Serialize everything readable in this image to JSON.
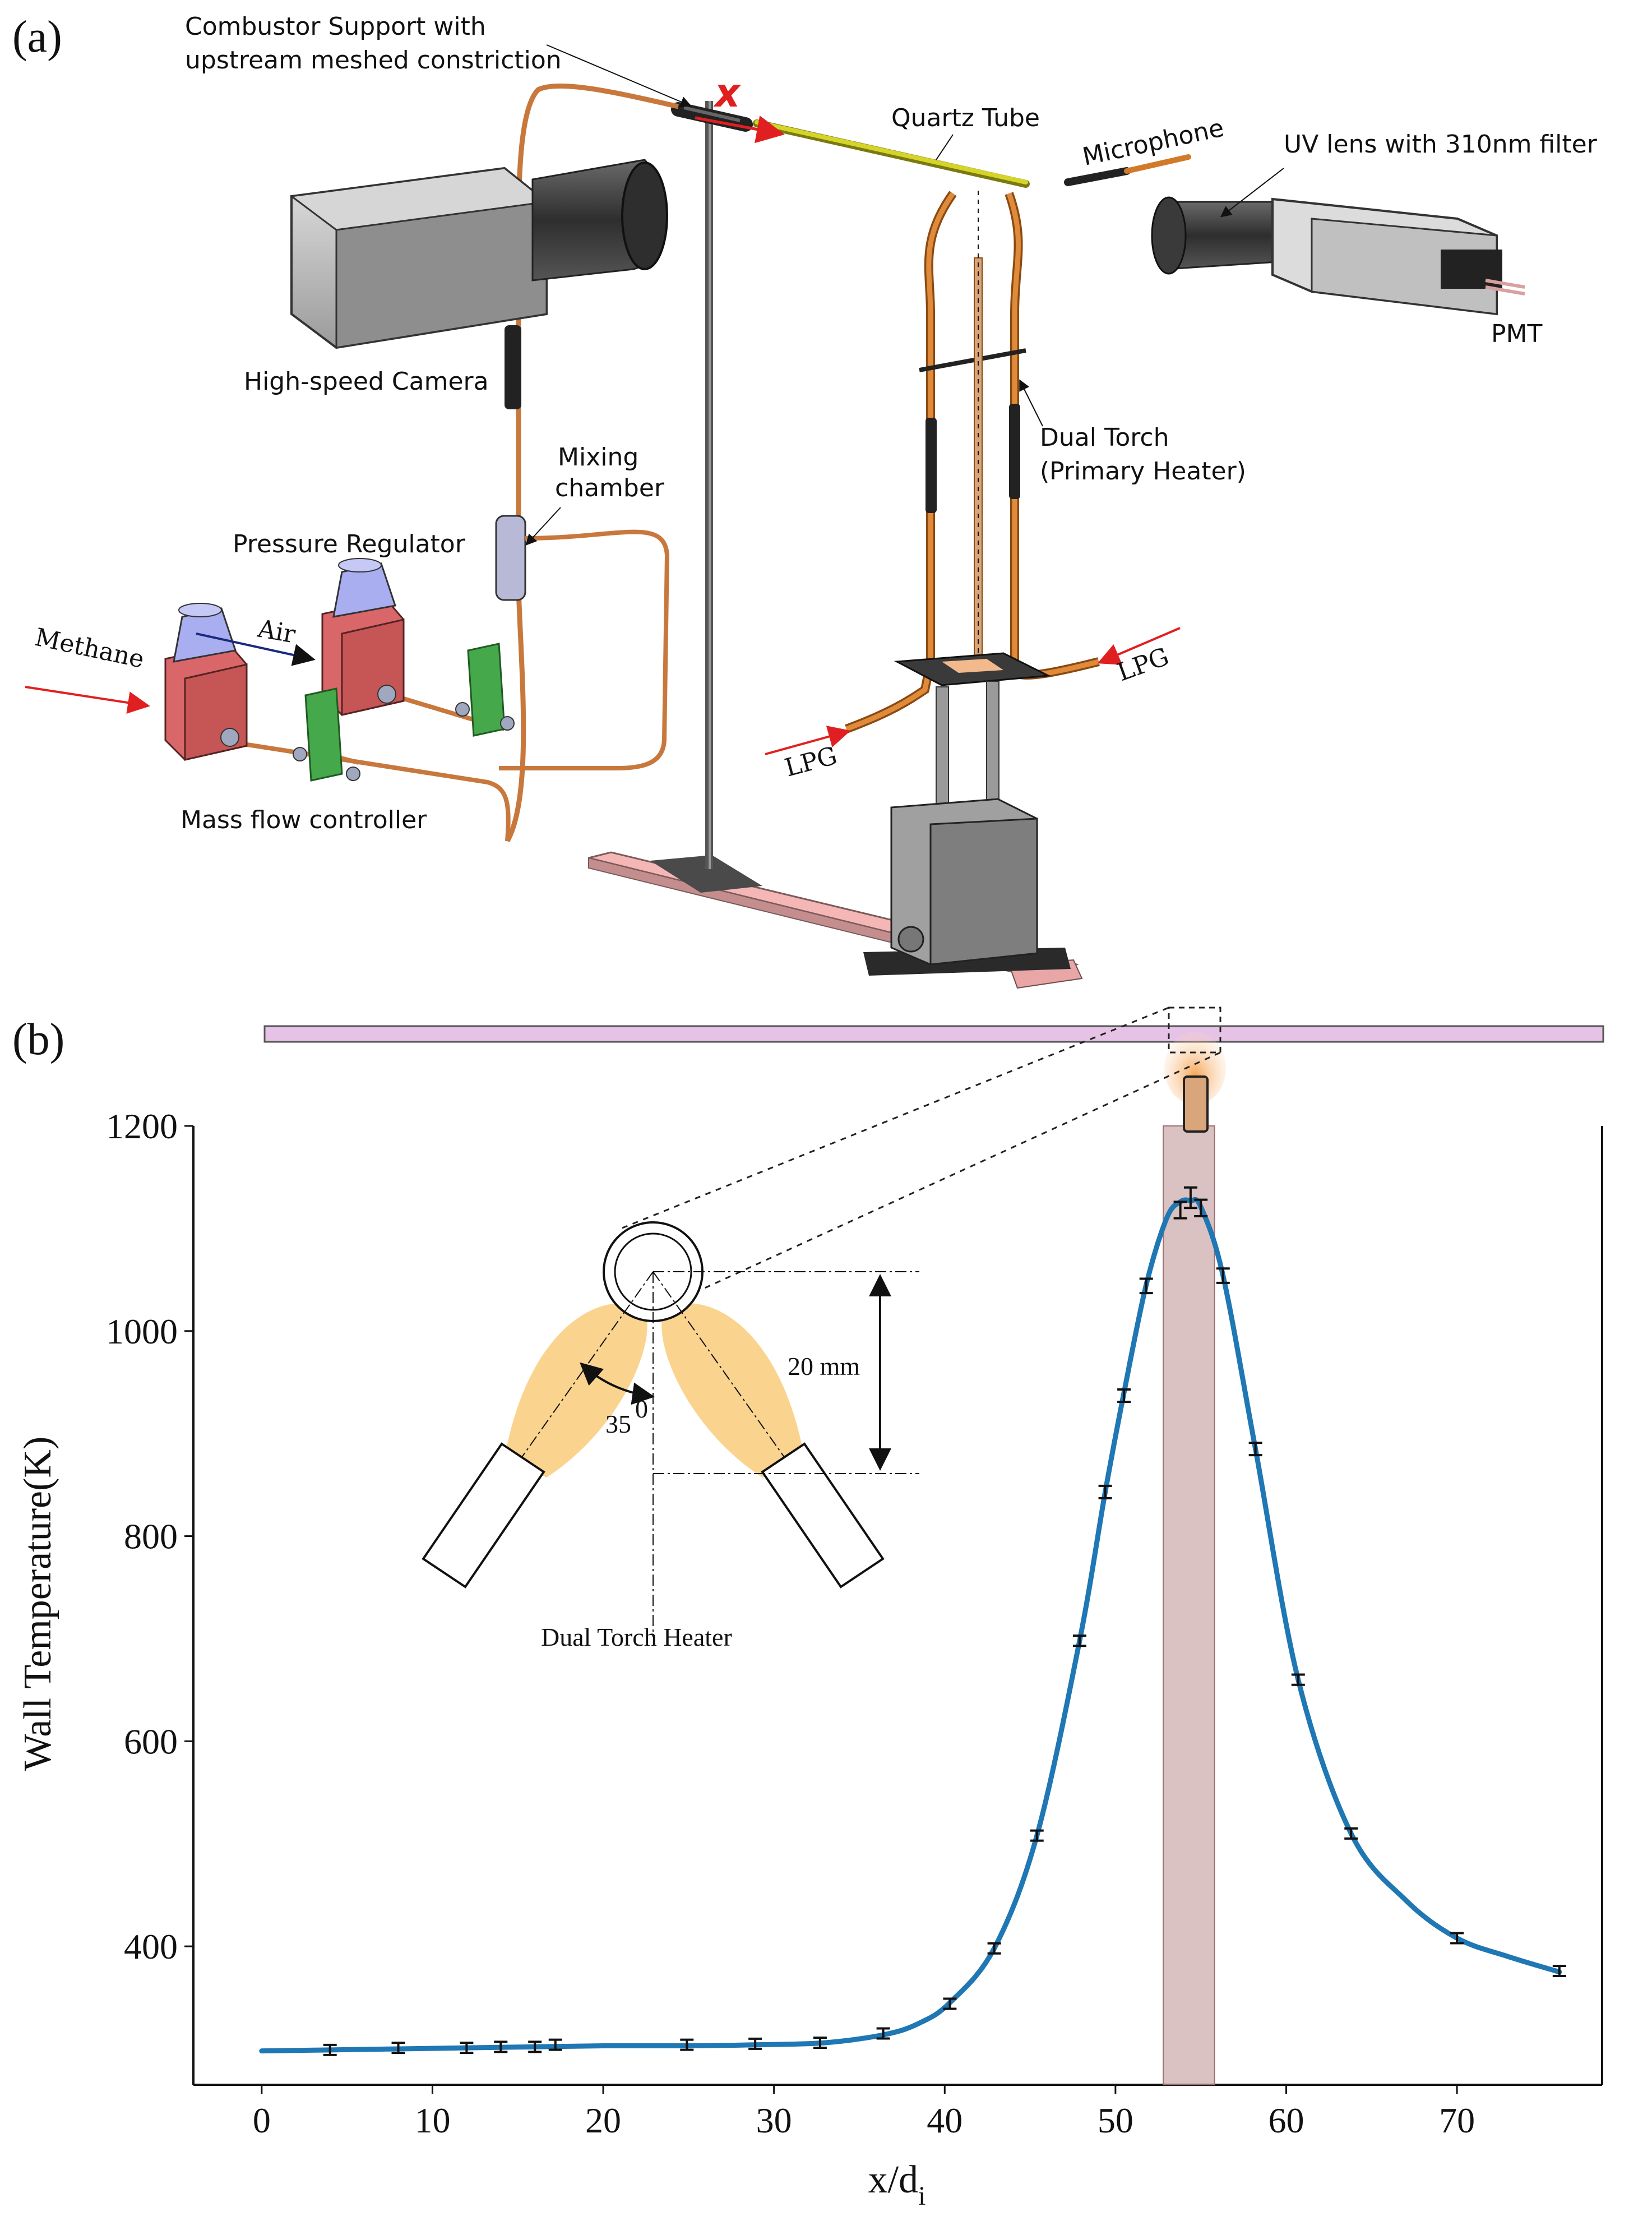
{
  "panel_a": {
    "label": "(a)",
    "labels": {
      "combustor_support_line1": "Combustor Support with",
      "combustor_support_line2": "upstream meshed constriction",
      "x_mark": "x",
      "quartz_tube": "Quartz Tube",
      "microphone": "Microphone",
      "uv_lens": "UV lens with 310nm filter",
      "pmt": "PMT",
      "high_speed_camera": "High-speed Camera",
      "mixing_chamber_line1": "Mixing",
      "mixing_chamber_line2": "chamber",
      "pressure_regulator": "Pressure Regulator",
      "air": "Air",
      "methane": "Methane",
      "mass_flow_controller": "Mass flow controller",
      "dual_torch_line1": "Dual Torch",
      "dual_torch_line2": "(Primary Heater)",
      "lpg_left": "LPG",
      "lpg_right": "LPG"
    },
    "colors": {
      "tube": "#c8783c",
      "regulator_body": "#d9676a",
      "regulator_cap": "#a9aef0",
      "mfc": "#45a84a",
      "gas_arrow": "#e02020",
      "quartz": "#d4d42a",
      "base_plate": "#f5b6b6"
    }
  },
  "panel_b": {
    "label": "(b)",
    "inset": {
      "angle_label": "35",
      "angle_sup": "0",
      "distance_label": "20 mm",
      "caption": "Dual Torch Heater"
    },
    "heater_band": [
      52.8,
      55.8
    ],
    "colors": {
      "curve": "#1f77b4",
      "band": "#bc8f8f",
      "tube": "#e6c3e6",
      "flame": "#f8c66a"
    }
  },
  "chart_data": {
    "type": "line",
    "xlabel": "x/d",
    "xlabel_sub": "i",
    "ylabel": "Wall Temperature(K)",
    "xlim": [
      -4,
      78.5
    ],
    "ylim": [
      265,
      1200
    ],
    "xticks": [
      0,
      10,
      20,
      30,
      40,
      50,
      60,
      70
    ],
    "yticks": [
      400,
      600,
      800,
      1000,
      1200
    ],
    "series": [
      {
        "type": "fit_line",
        "x": [
          0,
          4,
          8,
          12,
          16,
          20,
          25,
          29,
          33,
          36.5,
          38.5,
          40.3,
          42.9,
          45.4,
          47.9,
          49.4,
          50.5,
          51.8,
          53.0,
          53.8,
          54.4,
          55.0,
          56.3,
          58.2,
          60.7,
          63.8,
          67.0,
          70.0,
          73.0,
          76.0
        ],
        "y": [
          298,
          299,
          300,
          301,
          302,
          303,
          303,
          304,
          306,
          314,
          325,
          345,
          398,
          508,
          698,
          843,
          940,
          1045,
          1110,
          1126,
          1127,
          1121,
          1054,
          885,
          660,
          510,
          445,
          408,
          390,
          375
        ]
      },
      {
        "type": "points_with_errorbars",
        "x": [
          4.0,
          8.0,
          12.0,
          14.0,
          16.0,
          17.2,
          24.9,
          28.9,
          32.7,
          36.4,
          40.3,
          42.9,
          45.4,
          47.9,
          49.4,
          50.5,
          51.8,
          53.8,
          54.4,
          55.0,
          56.3,
          58.2,
          60.7,
          63.8,
          70.0,
          76.0
        ],
        "y": [
          299,
          301,
          301,
          302,
          302,
          304,
          304,
          305,
          306,
          315,
          344,
          398,
          508,
          698,
          843,
          937,
          1044,
          1118,
          1130,
          1120,
          1054,
          885,
          660,
          510,
          408,
          376
        ],
        "err": [
          3,
          3,
          3,
          3,
          3,
          3,
          3,
          3,
          3,
          3,
          4,
          4,
          4,
          5,
          6,
          6,
          7,
          8,
          10,
          8,
          7,
          6,
          5,
          4,
          4,
          3
        ]
      }
    ]
  }
}
